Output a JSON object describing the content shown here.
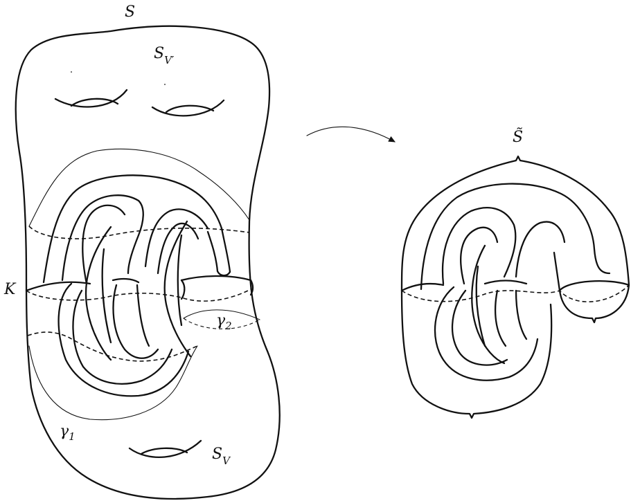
{
  "labels": {
    "S": "S",
    "S_V_prime_base": "S",
    "S_V_prime_sub": "V′",
    "K": "K",
    "gamma1_base": "γ",
    "gamma1_sub": "1",
    "gamma2_base": "γ",
    "gamma2_sub": "2",
    "S_V_base": "S",
    "S_V_sub": "V",
    "S_tilde": "S̃"
  }
}
